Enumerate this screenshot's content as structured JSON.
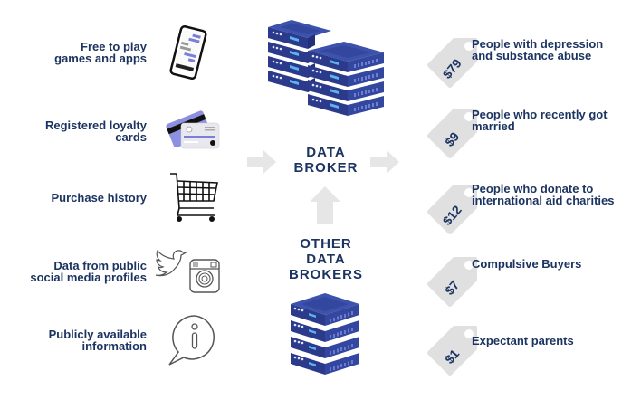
{
  "sources": [
    {
      "label_lines": [
        "Free to play",
        "games and apps"
      ],
      "icon": "smartphone-icon"
    },
    {
      "label_lines": [
        "Registered loyalty",
        "cards"
      ],
      "icon": "credit-cards-icon"
    },
    {
      "label_lines": [
        "Purchase history"
      ],
      "icon": "shopping-cart-icon"
    },
    {
      "label_lines": [
        "Data from public",
        "social media profiles"
      ],
      "icon": "twitter-instagram-icon"
    },
    {
      "label_lines": [
        "Publicly available",
        "information"
      ],
      "icon": "info-speech-bubble-icon"
    }
  ],
  "center": {
    "broker_lines": [
      "DATA",
      "BROKER"
    ],
    "others_lines": [
      "OTHER",
      "DATA",
      "BROKERS"
    ]
  },
  "segments": [
    {
      "price": "$79",
      "label_lines": [
        "People with depression",
        "and substance abuse"
      ]
    },
    {
      "price": "$9",
      "label_lines": [
        "People who recently got",
        "married"
      ]
    },
    {
      "price": "$12",
      "label_lines": [
        "People who donate to",
        "international aid charities"
      ]
    },
    {
      "price": "$7",
      "label_lines": [
        "Compulsive Buyers"
      ]
    },
    {
      "price": "$1",
      "label_lines": [
        "Expectant parents"
      ]
    }
  ],
  "colors": {
    "text": "#1c3461",
    "server_dark": "#2b3a8a",
    "server_mid": "#34479e",
    "server_top": "#3d52ad",
    "server_light": "#5ab3f0",
    "arrow": "#e6e6e6",
    "tag": "#e0e0e0"
  }
}
